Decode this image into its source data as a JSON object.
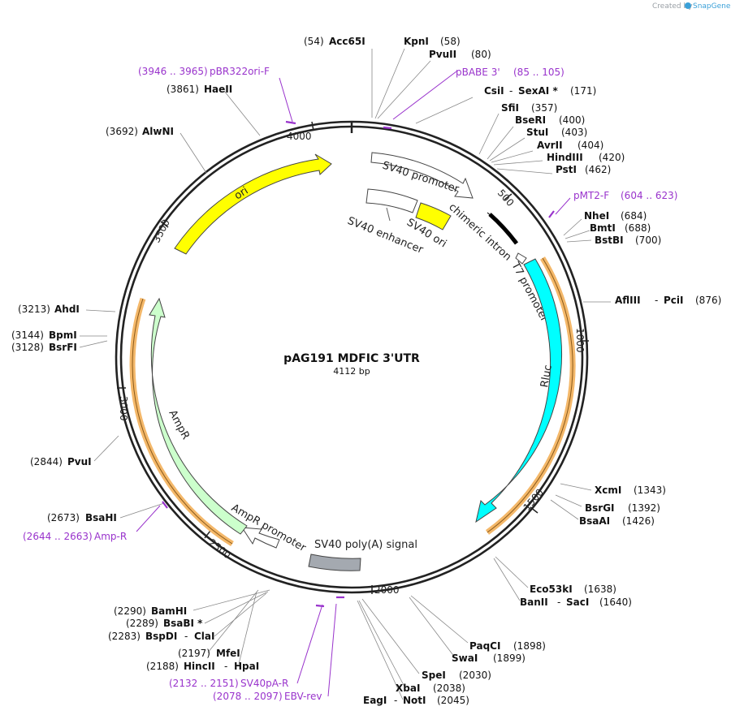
{
  "plasmid": {
    "name": "pAG191 MDFIC 3'UTR",
    "length": "4112 bp"
  },
  "credit": {
    "prefix": "Created by",
    "brand": "SnapGene"
  },
  "colors": {
    "ori": "#ffff00",
    "rluc": "#00ffff",
    "ampr": "#ccffcc",
    "sv40_ori": "#ffff00",
    "polyA": "#999ea6",
    "intron": "#000000",
    "primer": "#9933cc",
    "orf": "#ffc88a"
  },
  "ticks": [
    "500",
    "1000",
    "1500",
    "2000",
    "2500",
    "3000",
    "3500",
    "4000"
  ],
  "features": [
    {
      "label": "ori"
    },
    {
      "label": "SV40 promoter"
    },
    {
      "label": "chimeric intron"
    },
    {
      "label": "T7 promoter"
    },
    {
      "label": "Rluc"
    },
    {
      "label": "SV40 enhancer"
    },
    {
      "label": "SV40 ori"
    },
    {
      "label": "SV40 poly(A) signal"
    },
    {
      "label": "AmpR promoter"
    },
    {
      "label": "AmpR"
    }
  ],
  "sites": [
    {
      "name": "Acc65I",
      "pos": "(54)"
    },
    {
      "name": "KpnI",
      "pos": "(58)"
    },
    {
      "name": "PvuII",
      "pos": "(80)"
    },
    {
      "name": "CsiI",
      "name2": "SexAI *",
      "pos": "(171)"
    },
    {
      "name": "SfiI",
      "pos": "(357)"
    },
    {
      "name": "BseRI",
      "pos": "(400)"
    },
    {
      "name": "StuI",
      "pos": "(403)"
    },
    {
      "name": "AvrII",
      "pos": "(404)"
    },
    {
      "name": "HindIII",
      "pos": "(420)"
    },
    {
      "name": "PstI",
      "pos": "(462)"
    },
    {
      "name": "NheI",
      "pos": "(684)"
    },
    {
      "name": "BmtI",
      "pos": "(688)"
    },
    {
      "name": "BstBI",
      "pos": "(700)"
    },
    {
      "name": "AflIII",
      "name2": "PciI",
      "pos": "(876)"
    },
    {
      "name": "XcmI",
      "pos": "(1343)"
    },
    {
      "name": "BsrGI",
      "pos": "(1392)"
    },
    {
      "name": "BsaAI",
      "pos": "(1426)"
    },
    {
      "name": "Eco53kI",
      "pos": "(1638)"
    },
    {
      "name": "BanII",
      "name2": "SacI",
      "pos": "(1640)"
    },
    {
      "name": "PaqCI",
      "pos": "(1898)"
    },
    {
      "name": "SwaI",
      "pos": "(1899)"
    },
    {
      "name": "SpeI",
      "pos": "(2030)"
    },
    {
      "name": "XbaI",
      "pos": "(2038)"
    },
    {
      "name": "EagI",
      "name2": "NotI",
      "pos": "(2045)"
    },
    {
      "name": "BamHI",
      "pos": "(2290)"
    },
    {
      "name": "BsaBI *",
      "pos": "(2289)"
    },
    {
      "name": "BspDI",
      "name2": "ClaI",
      "pos": "(2283)"
    },
    {
      "name": "MfeI",
      "pos": "(2197)"
    },
    {
      "name": "HincII",
      "name2": "HpaI",
      "pos": "(2188)"
    },
    {
      "name": "BsaHI",
      "pos": "(2673)"
    },
    {
      "name": "PvuI",
      "pos": "(2844)"
    },
    {
      "name": "BsrFI",
      "pos": "(3128)"
    },
    {
      "name": "BpmI",
      "pos": "(3144)"
    },
    {
      "name": "AhdI",
      "pos": "(3213)"
    },
    {
      "name": "AlwNI",
      "pos": "(3692)"
    },
    {
      "name": "HaeII",
      "pos": "(3861)"
    }
  ],
  "primers": [
    {
      "name": "pBR322ori-F",
      "range": "(3946 .. 3965)"
    },
    {
      "name": "pBABE 3'",
      "range": "(85 .. 105)"
    },
    {
      "name": "pMT2-F",
      "range": "(604 .. 623)"
    },
    {
      "name": "Amp-R",
      "range": "(2644 .. 2663)"
    },
    {
      "name": "SV40pA-R",
      "range": "(2132 .. 2151)"
    },
    {
      "name": "EBV-rev",
      "range": "(2078 .. 2097)"
    }
  ]
}
